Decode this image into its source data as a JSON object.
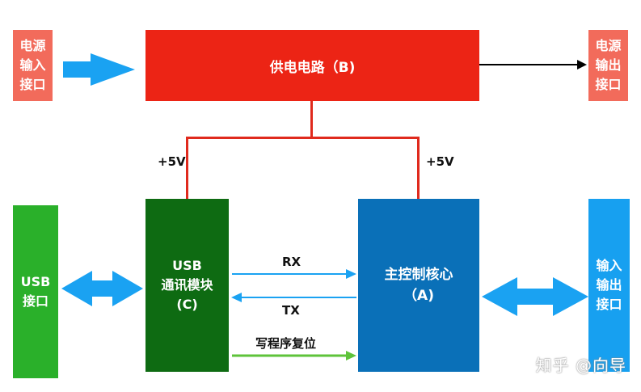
{
  "colors": {
    "salmon": "#f26b5b",
    "red": "#ec2415",
    "wire_red": "#e02a1d",
    "usb_green": "#2ab02a",
    "dark_green": "#0e6b12",
    "main_blue": "#0a70b8",
    "light_blue": "#17a0f0",
    "arrow_blue": "#1aa2f2",
    "arrow_green": "#5ec33a"
  },
  "blocks": {
    "power_input": {
      "line1": "电源",
      "line2": "输入",
      "line3": "接口"
    },
    "power_output": {
      "line1": "电源",
      "line2": "输出",
      "line3": "接口"
    },
    "power_circuit": {
      "label": "供电电路（B)"
    },
    "usb_port": {
      "line1": "USB",
      "line2": "接口"
    },
    "usb_module": {
      "line1": "USB",
      "line2": "通讯模块",
      "line3": "(C)"
    },
    "main_core": {
      "line1": "主控制核心",
      "line2": "（A)"
    },
    "io_port": {
      "line1": "输入",
      "line2": "输出",
      "line3": "接口"
    }
  },
  "labels": {
    "v_left": "+5V",
    "v_right": "+5V",
    "rx": "RX",
    "tx": "TX",
    "reset": "写程序复位"
  },
  "watermark": "知乎 @向导"
}
